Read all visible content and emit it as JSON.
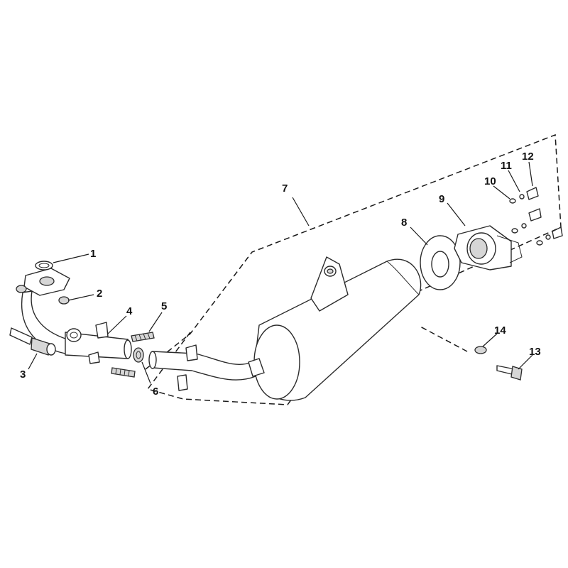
{
  "diagram": {
    "callouts": [
      {
        "id": "1",
        "text": "1"
      },
      {
        "id": "2",
        "text": "2"
      },
      {
        "id": "3",
        "text": "3"
      },
      {
        "id": "4",
        "text": "4"
      },
      {
        "id": "5",
        "text": "5"
      },
      {
        "id": "6",
        "text": "6"
      },
      {
        "id": "7",
        "text": "7"
      },
      {
        "id": "8",
        "text": "8"
      },
      {
        "id": "9",
        "text": "9"
      },
      {
        "id": "10",
        "text": "10"
      },
      {
        "id": "11",
        "text": "11"
      },
      {
        "id": "12",
        "text": "12"
      },
      {
        "id": "13",
        "text": "13"
      },
      {
        "id": "14",
        "text": "14"
      }
    ],
    "colors": {
      "line": "#2b2b2b",
      "shade": "#d6d6d6",
      "background": "#ffffff"
    }
  }
}
